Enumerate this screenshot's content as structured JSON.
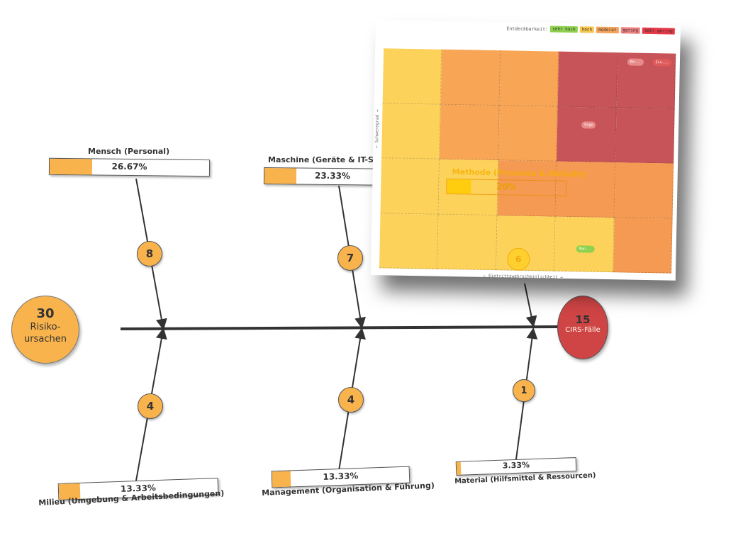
{
  "root": {
    "count": "30",
    "label_line1": "Risiko-",
    "label_line2": "ursachen"
  },
  "effect": {
    "count": "15",
    "label": "CIRS-Fälle"
  },
  "categories": [
    {
      "id": "mensch",
      "title": "Mensch (Personal)",
      "percent_label": "26.67%",
      "percent": 26.67,
      "count": "8"
    },
    {
      "id": "maschine",
      "title": "Maschine (Geräte & IT-Syste",
      "percent_label": "23.33%",
      "percent": 23.33,
      "count": "7"
    },
    {
      "id": "methode",
      "title": "Methode (Prozesse & Abläufe)",
      "percent_label": "20%",
      "percent": 20,
      "count": "6"
    },
    {
      "id": "milieu",
      "title": "Milieu (Umgebung & Arbeitsbedingungen)",
      "percent_label": "13.33%",
      "percent": 13.33,
      "count": "4"
    },
    {
      "id": "management",
      "title": "Management (Organisation & Führung)",
      "percent_label": "13.33%",
      "percent": 13.33,
      "count": "4"
    },
    {
      "id": "material",
      "title": "Material (Hilfsmittel & Ressourcen)",
      "percent_label": "3.33%",
      "percent": 3.33,
      "count": "1"
    }
  ],
  "heatmap": {
    "legend_title": "Entdeckbarkeit:",
    "legend": [
      {
        "label": "sehr hoch",
        "color": "#8fd14f"
      },
      {
        "label": "hoch",
        "color": "#f9c74f"
      },
      {
        "label": "moderat",
        "color": "#f4a259"
      },
      {
        "label": "gering",
        "color": "#f08080"
      },
      {
        "label": "sehr gering",
        "color": "#e63946"
      }
    ],
    "x_axis_label": "← Eintrittswahrscheinlichkeit →",
    "y_axis_label": "← Schweregrad →",
    "cells": [
      [
        "#fdd25a",
        "#f8a555",
        "#f8a555",
        "#c75458",
        "#c75458"
      ],
      [
        "#fdd25a",
        "#f8a555",
        "#f8a555",
        "#c75458",
        "#c75458"
      ],
      [
        "#fdd25a",
        "#fdd25a",
        "#f59a52",
        "#f59a52",
        "#f59a52"
      ],
      [
        "#fdd25a",
        "#fdd25a",
        "#fdd25a",
        "#fdd25a",
        "#f59a52"
      ]
    ],
    "pills": [
      {
        "text": "Em...",
        "row": 0,
        "col": 4,
        "color": "#e98a8a"
      },
      {
        "text": "Ein...",
        "row": 0,
        "col": 4,
        "color": "#e05a5a"
      },
      {
        "text": "Unge",
        "row": 1,
        "col": 3,
        "color": "#e98a8a"
      },
      {
        "text": "Man...",
        "row": 3,
        "col": 3,
        "color": "#8fd14f"
      }
    ]
  }
}
